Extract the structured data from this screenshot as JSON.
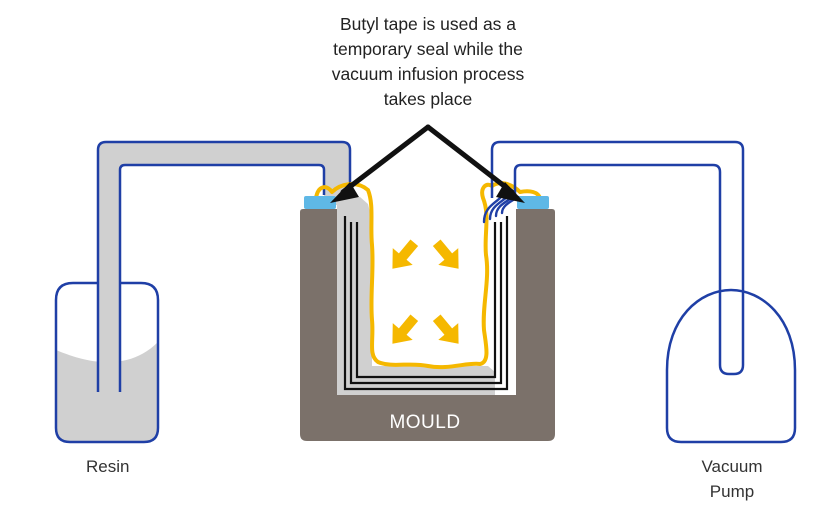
{
  "annotation": {
    "lines": [
      "Butyl tape is used as a",
      "temporary seal while the",
      "vacuum infusion process",
      "takes place"
    ]
  },
  "labels": {
    "resin": "Resin",
    "mould": "MOULD",
    "vacuum_pump": [
      "Vacuum",
      "Pump"
    ]
  },
  "colors": {
    "blue_line": "#1f3fa6",
    "tape": "#5fb8e6",
    "resin_fill": "#d0d0d0",
    "mould": "#7b716a",
    "bag_seal": "#f5b800",
    "arrow_flow": "#f5b800",
    "pointer": "#111111"
  },
  "icons": [
    "flow-arrow",
    "pointer-arrow"
  ]
}
